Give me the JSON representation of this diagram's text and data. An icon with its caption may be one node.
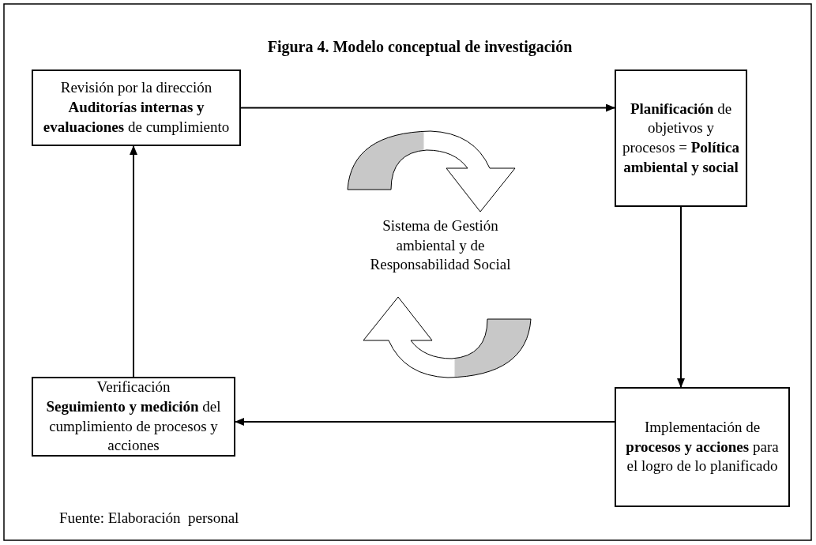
{
  "diagram": {
    "title": "Figura 4. Modelo conceptual de investigación",
    "caption": "Fuente: Elaboración  personal",
    "nodes": [
      {
        "text": [
          "Revisión por la dirección",
          "**Auditorías internas y evaluaciones** de cumplimiento"
        ]
      },
      {
        "text": [
          "**Planificación** de objetivos y procesos = **Política ambiental y social**"
        ]
      },
      {
        "text": [
          "Implementación de **procesos y acciones**  para el logro de lo planificado"
        ]
      },
      {
        "text": [
          "Verificación",
          "**Seguimiento y medición** del cumplimiento de procesos  y acciones"
        ]
      }
    ],
    "edges": [
      {
        "from": 0,
        "to": 1,
        "arrow": "to"
      },
      {
        "from": 1,
        "to": 2,
        "arrow": "to"
      },
      {
        "from": 2,
        "to": 3,
        "arrow": "to"
      },
      {
        "from": 3,
        "to": 0,
        "arrow": "to"
      }
    ],
    "labels": [
      "Sistema de Gestión  ambiental y de Responsabilidad Social"
    ]
  }
}
